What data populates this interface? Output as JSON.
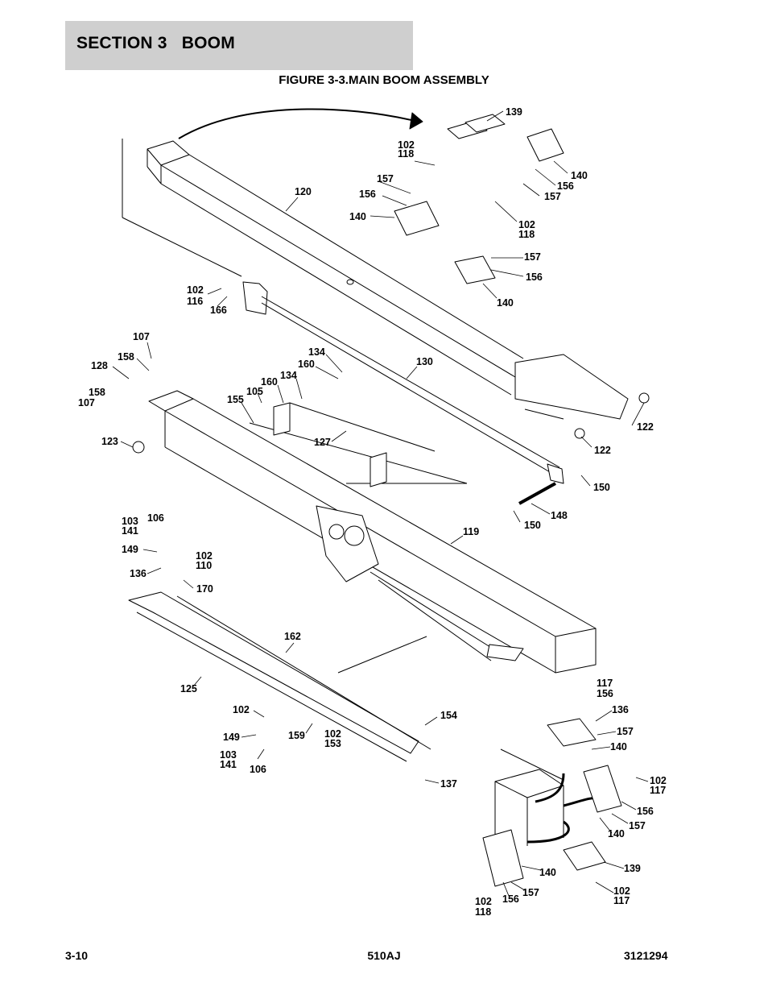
{
  "header": {
    "section": "SECTION 3",
    "title": "BOOM"
  },
  "figure": {
    "title": "FIGURE 3-3.MAIN BOOM ASSEMBLY"
  },
  "callouts": [
    {
      "text": "139"
    },
    {
      "text": "102"
    },
    {
      "text": "118"
    },
    {
      "text": "157"
    },
    {
      "text": "156"
    },
    {
      "text": "140"
    },
    {
      "text": "140"
    },
    {
      "text": "156"
    },
    {
      "text": "157"
    },
    {
      "text": "102"
    },
    {
      "text": "118"
    },
    {
      "text": "157"
    },
    {
      "text": "156"
    },
    {
      "text": "140"
    },
    {
      "text": "120"
    },
    {
      "text": "102"
    },
    {
      "text": "116"
    },
    {
      "text": "166"
    },
    {
      "text": "107"
    },
    {
      "text": "158"
    },
    {
      "text": "128"
    },
    {
      "text": "158"
    },
    {
      "text": "107"
    },
    {
      "text": "134"
    },
    {
      "text": "160"
    },
    {
      "text": "134"
    },
    {
      "text": "160"
    },
    {
      "text": "130"
    },
    {
      "text": "105"
    },
    {
      "text": "155"
    },
    {
      "text": "127"
    },
    {
      "text": "122"
    },
    {
      "text": "122"
    },
    {
      "text": "123"
    },
    {
      "text": "150"
    },
    {
      "text": "148"
    },
    {
      "text": "150"
    },
    {
      "text": "103"
    },
    {
      "text": "106"
    },
    {
      "text": "141"
    },
    {
      "text": "119"
    },
    {
      "text": "149"
    },
    {
      "text": "102"
    },
    {
      "text": "110"
    },
    {
      "text": "136"
    },
    {
      "text": "170"
    },
    {
      "text": "162"
    },
    {
      "text": "125"
    },
    {
      "text": "102"
    },
    {
      "text": "117"
    },
    {
      "text": "156"
    },
    {
      "text": "136"
    },
    {
      "text": "154"
    },
    {
      "text": "157"
    },
    {
      "text": "149"
    },
    {
      "text": "159"
    },
    {
      "text": "102"
    },
    {
      "text": "153"
    },
    {
      "text": "140"
    },
    {
      "text": "103"
    },
    {
      "text": "141"
    },
    {
      "text": "106"
    },
    {
      "text": "137"
    },
    {
      "text": "102"
    },
    {
      "text": "117"
    },
    {
      "text": "156"
    },
    {
      "text": "157"
    },
    {
      "text": "140"
    },
    {
      "text": "140"
    },
    {
      "text": "139"
    },
    {
      "text": "156"
    },
    {
      "text": "157"
    },
    {
      "text": "102"
    },
    {
      "text": "118"
    },
    {
      "text": "102"
    },
    {
      "text": "117"
    }
  ],
  "footer": {
    "page": "3-10",
    "model": "510AJ",
    "doc_number": "3121294"
  }
}
